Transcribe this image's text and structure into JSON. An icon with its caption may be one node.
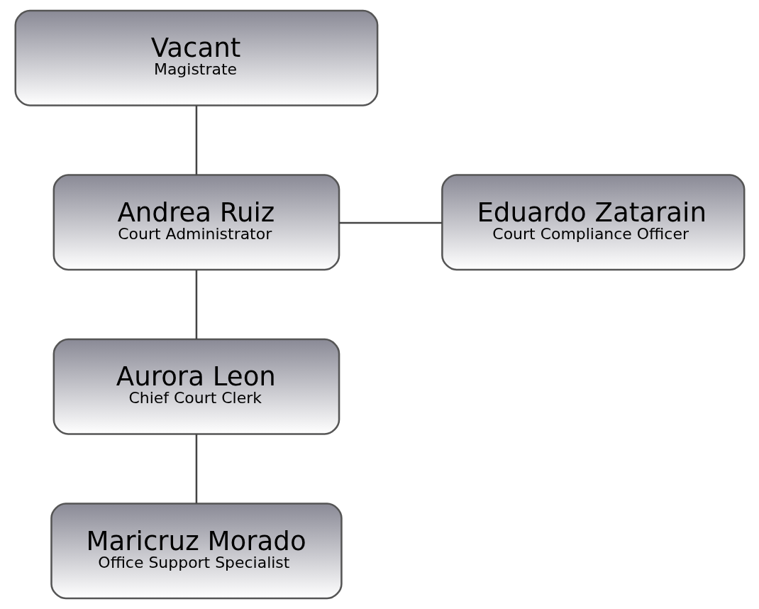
{
  "diagram": {
    "nodes": [
      {
        "text": [
          "Vacant",
          "Magistrate"
        ]
      },
      {
        "text": [
          "Andrea Ruiz",
          "Court Administrator"
        ]
      },
      {
        "text": [
          "Eduardo Zatarain",
          "Court Compliance Officer"
        ]
      },
      {
        "text": [
          "Aurora Leon",
          "Chief Court Clerk"
        ]
      },
      {
        "text": [
          "Maricruz Morado",
          "Office Support Specialist"
        ]
      }
    ],
    "edges": [
      {
        "from": 0,
        "to": 1,
        "arrow": "none"
      },
      {
        "from": 1,
        "to": 2,
        "arrow": "none"
      },
      {
        "from": 1,
        "to": 3,
        "arrow": "none"
      },
      {
        "from": 3,
        "to": 4,
        "arrow": "none"
      }
    ]
  }
}
